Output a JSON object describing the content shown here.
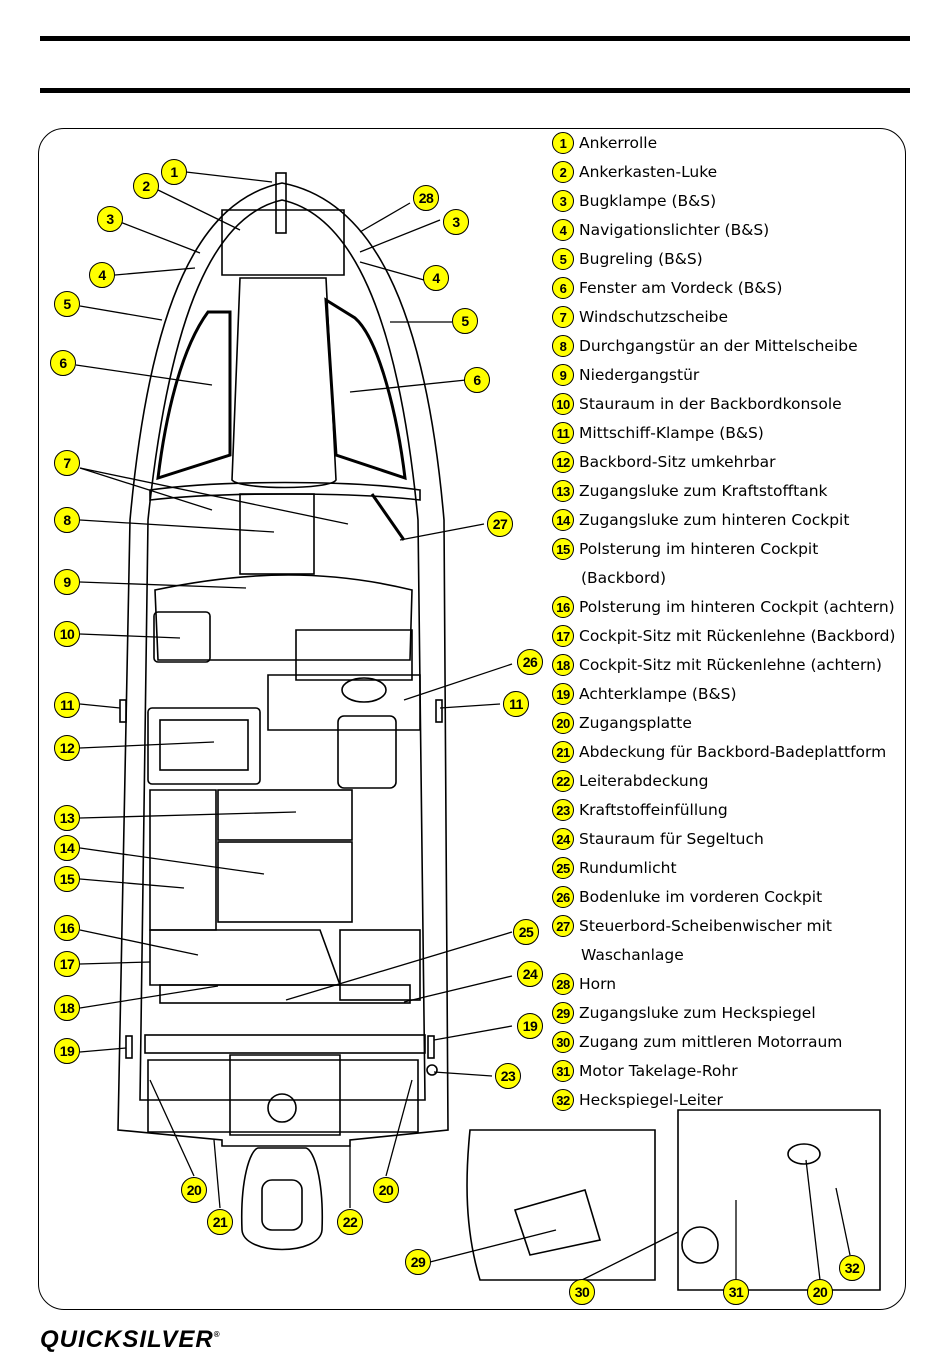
{
  "legend": [
    {
      "num": "1",
      "text": "Ankerrolle"
    },
    {
      "num": "2",
      "text": "Ankerkasten-Luke"
    },
    {
      "num": "3",
      "text": "Bugklampe (B&S)"
    },
    {
      "num": "4",
      "text": "Navigationslichter (B&S)"
    },
    {
      "num": "5",
      "text": "Bugreling (B&S)"
    },
    {
      "num": "6",
      "text": "Fenster am Vordeck (B&S)"
    },
    {
      "num": "7",
      "text": "Windschutzscheibe"
    },
    {
      "num": "8",
      "text": "Durchgangstür an der Mittelscheibe"
    },
    {
      "num": "9",
      "text": "Niedergangstür"
    },
    {
      "num": "10",
      "text": "Stauraum in der Backbordkonsole"
    },
    {
      "num": "11",
      "text": "Mittschiff-Klampe (B&S)"
    },
    {
      "num": "12",
      "text": "Backbord-Sitz umkehrbar"
    },
    {
      "num": "13",
      "text": "Zugangsluke zum Kraftstofftank"
    },
    {
      "num": "14",
      "text": "Zugangsluke zum hinteren Cockpit"
    },
    {
      "num": "15",
      "text": "Polsterung im hinteren Cockpit",
      "cont": "(Backbord)"
    },
    {
      "num": "16",
      "text": "Polsterung im hinteren Cockpit (achtern)"
    },
    {
      "num": "17",
      "text": "Cockpit-Sitz mit Rückenlehne (Backbord)"
    },
    {
      "num": "18",
      "text": "Cockpit-Sitz mit Rückenlehne (achtern)"
    },
    {
      "num": "19",
      "text": "Achterklampe (B&S)"
    },
    {
      "num": "20",
      "text": "Zugangsplatte"
    },
    {
      "num": "21",
      "text": "Abdeckung für Backbord-Badeplattform"
    },
    {
      "num": "22",
      "text": "Leiterabdeckung"
    },
    {
      "num": "23",
      "text": "Kraftstoffeinfüllung"
    },
    {
      "num": "24",
      "text": "Stauraum für Segeltuch"
    },
    {
      "num": "25",
      "text": "Rundumlicht"
    },
    {
      "num": "26",
      "text": "Bodenluke im vorderen Cockpit"
    },
    {
      "num": "27",
      "text": "Steuerbord-Scheibenwischer mit",
      "cont": "Waschanlage"
    },
    {
      "num": "28",
      "text": "Horn"
    },
    {
      "num": "29",
      "text": "Zugangsluke zum Heckspiegel"
    },
    {
      "num": "30",
      "text": "Zugang zum mittleren Motorraum"
    },
    {
      "num": "31",
      "text": "Motor Takelage-Rohr"
    },
    {
      "num": "32",
      "text": "Heckspiegel-Leiter"
    }
  ],
  "callouts": [
    "1",
    "2",
    "3",
    "3",
    "4",
    "4",
    "5",
    "5",
    "6",
    "6",
    "7",
    "8",
    "9",
    "10",
    "11",
    "11",
    "12",
    "13",
    "14",
    "15",
    "16",
    "17",
    "18",
    "19",
    "19",
    "20",
    "20",
    "21",
    "22",
    "23",
    "24",
    "25",
    "26",
    "27",
    "28",
    "29",
    "30",
    "31",
    "20",
    "32"
  ],
  "brand": {
    "name": "QUICKSILVER",
    "mark": "®"
  },
  "colors": {
    "callout_fill": "#ffff00",
    "line": "#000000"
  }
}
